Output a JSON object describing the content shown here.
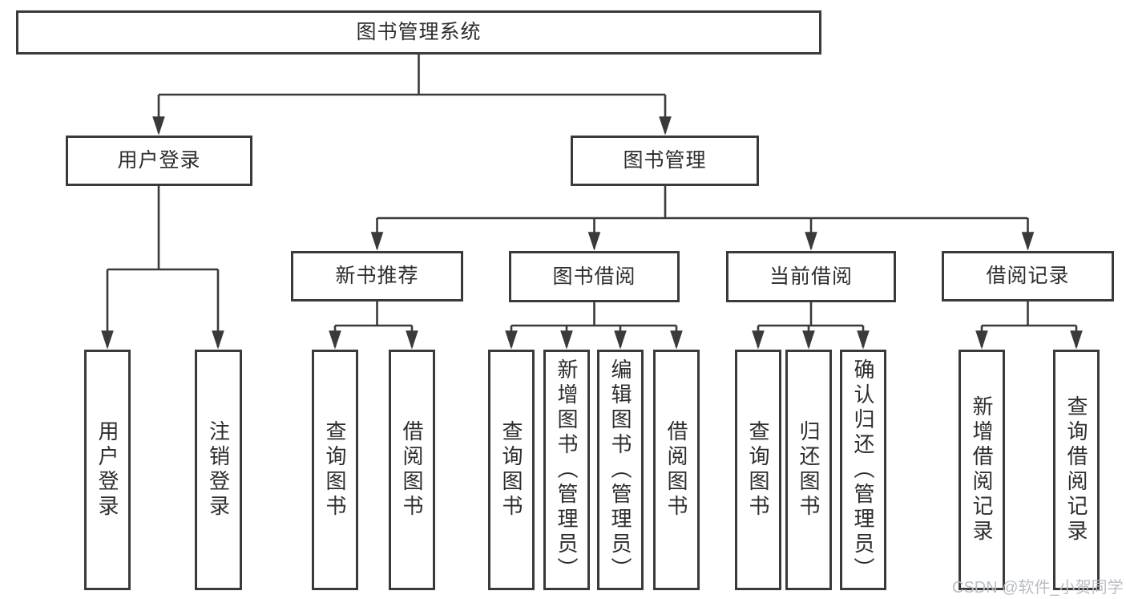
{
  "diagram": {
    "type": "hierarchy-tree",
    "root": {
      "label": "图书管理系统",
      "children": [
        {
          "label": "用户登录",
          "children": [
            {
              "label": "用户登录"
            },
            {
              "label": "注销登录"
            }
          ]
        },
        {
          "label": "图书管理",
          "children": [
            {
              "label": "新书推荐",
              "children": [
                {
                  "label": "查询图书"
                },
                {
                  "label": "借阅图书"
                }
              ]
            },
            {
              "label": "图书借阅",
              "children": [
                {
                  "label": "查询图书"
                },
                {
                  "label": "新增图书（管理员）"
                },
                {
                  "label": "编辑图书（管理员）"
                },
                {
                  "label": "借阅图书"
                }
              ]
            },
            {
              "label": "当前借阅",
              "children": [
                {
                  "label": "查询图书"
                },
                {
                  "label": "归还图书"
                },
                {
                  "label": "确认归还（管理员）"
                }
              ]
            },
            {
              "label": "借阅记录",
              "children": [
                {
                  "label": "新增借阅记录"
                },
                {
                  "label": "查询借阅记录"
                }
              ]
            }
          ]
        }
      ]
    }
  },
  "watermark": {
    "text": "CSDN @软件_小贺同学"
  },
  "colors": {
    "background": "#ffffff",
    "line": "#3a3a3a",
    "box-border": "#3a3a3a",
    "box-fill": "#ffffff",
    "text": "#2d2d2d",
    "watermark": "#b9bdc4"
  }
}
